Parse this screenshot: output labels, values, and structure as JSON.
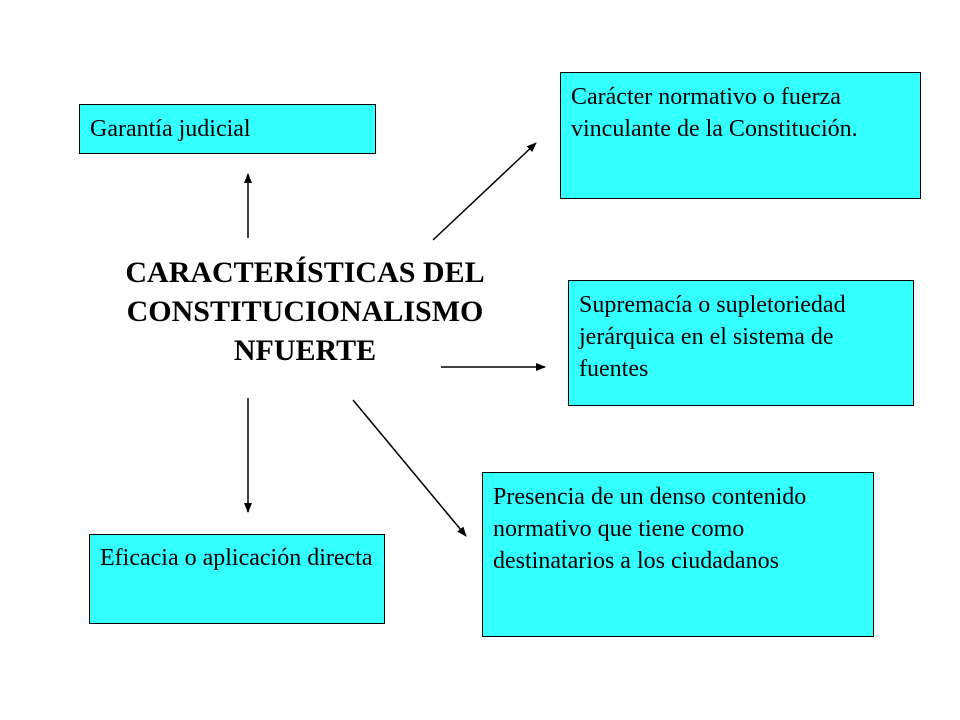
{
  "center": {
    "line1": "CARACTERÍSTICAS DEL",
    "line2": "CONSTITUCIONALISMO",
    "line3": "NFUERTE"
  },
  "boxes": {
    "garantia": "Garantía judicial",
    "caracter": "Carácter normativo o fuerza vinculante de la Constitución.",
    "supremacia": "Supremacía o supletoriedad jerárquica en el sistema de fuentes",
    "presencia": "Presencia de un denso contenido normativo que tiene como destinatarios a los ciudadanos",
    "eficacia": "Eficacia o aplicación directa"
  },
  "colors": {
    "box_fill": "#33ffff",
    "border": "#000000",
    "arrow": "#000000"
  }
}
